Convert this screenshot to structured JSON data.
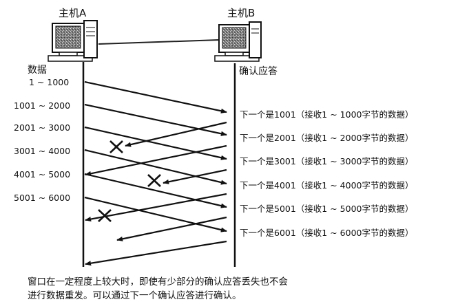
{
  "hosts": {
    "a": {
      "label": "主机A",
      "icon": "computer-icon"
    },
    "b": {
      "label": "主机B",
      "icon": "computer-icon"
    }
  },
  "columns": {
    "left_heading": "数据",
    "right_heading": "确认应答"
  },
  "data_segments": [
    "1 ~ 1000",
    "1001 ~ 2000",
    "2001 ~ 3000",
    "3001 ~ 4000",
    "4001 ~ 5000",
    "5001 ~ 6000"
  ],
  "acks": [
    "下一个是1001（接收1 ~ 1000字节的数据）",
    "下一个是2001（接收1 ~ 2000字节的数据）",
    "下一个是3001（接收1 ~ 3000字节的数据）",
    "下一个是4001（接收1 ~ 4000字节的数据）",
    "下一个是5001（接收1 ~ 5000字节的数据）",
    "下一个是6001（接收1 ~ 6000字节的数据）"
  ],
  "lost_acks": [
    1,
    3,
    5
  ],
  "caption": {
    "line1": "窗口在一定程度上较大时，即使有少部分的确认应答丢失也不会",
    "line2": "进行数据重发。可以通过下一个确认应答进行确认。"
  }
}
